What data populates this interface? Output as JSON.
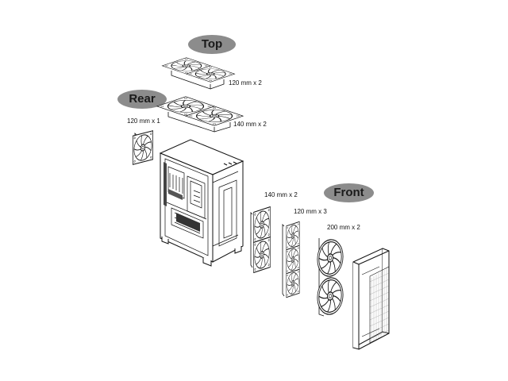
{
  "sections": {
    "top": "Top",
    "rear": "Rear",
    "front": "Front"
  },
  "fan_labels": {
    "top_120": "120 mm x 2",
    "top_140": "140 mm x 2",
    "rear_120": "120 mm x 1",
    "front_140": "140 mm x 2",
    "front_120": "120 mm x 3",
    "front_200": "200 mm x 2"
  },
  "colors": {
    "pill": "#8c8c8c",
    "line": "#111111"
  }
}
